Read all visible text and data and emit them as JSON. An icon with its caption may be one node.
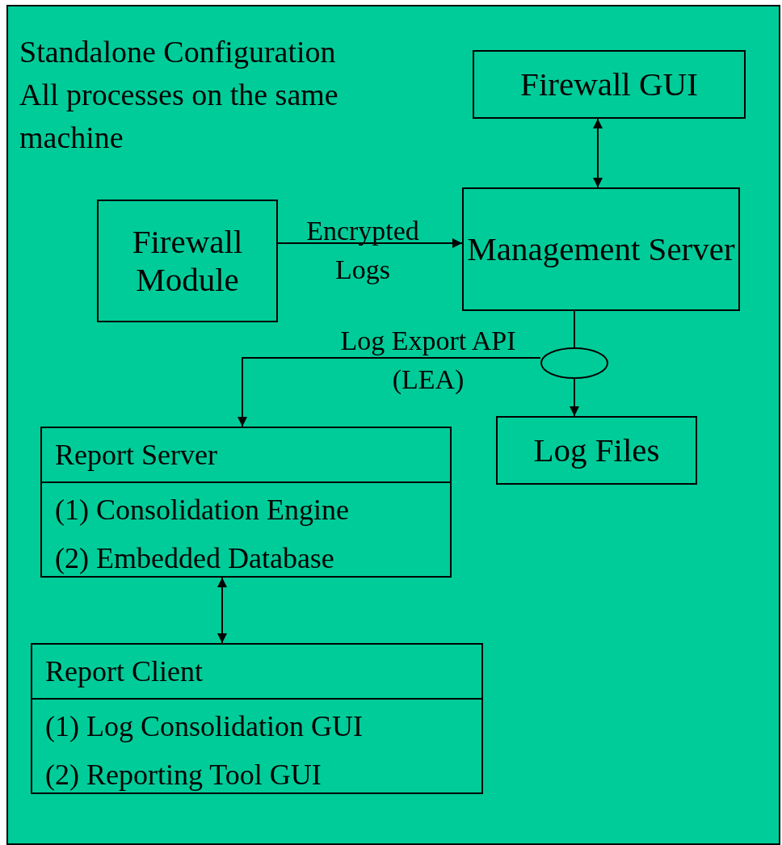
{
  "diagram": {
    "title": "Standalone Configuration",
    "nodes": [
      {
        "text": [
          "Firewall GUI"
        ]
      },
      {
        "text": [
          "Firewall Module"
        ]
      },
      {
        "text": [
          "Management Server"
        ]
      },
      {
        "text": [],
        "shape": "ellipse"
      },
      {
        "text": [
          "Report Server",
          "(1) Consolidation Engine",
          "(2) Embedded Database"
        ]
      },
      {
        "text": [
          "Log Files"
        ]
      },
      {
        "text": [
          "Report Client",
          "(1) Log Consolidation GUI",
          "(2) Reporting Tool GUI"
        ]
      }
    ],
    "edges": [
      {
        "from": 0,
        "to": 2,
        "arrow": "both"
      },
      {
        "from": 1,
        "to": 2,
        "arrow": "to",
        "label": "Encrypted Logs"
      },
      {
        "from": 2,
        "to": 3,
        "arrow": "none"
      },
      {
        "from": 3,
        "to": 4,
        "arrow": "to",
        "label": "Log Export API (LEA)"
      },
      {
        "from": 3,
        "to": 5,
        "arrow": "to"
      },
      {
        "from": 4,
        "to": 6,
        "arrow": "both"
      }
    ],
    "labels": [
      "All processes on the same machine"
    ]
  }
}
